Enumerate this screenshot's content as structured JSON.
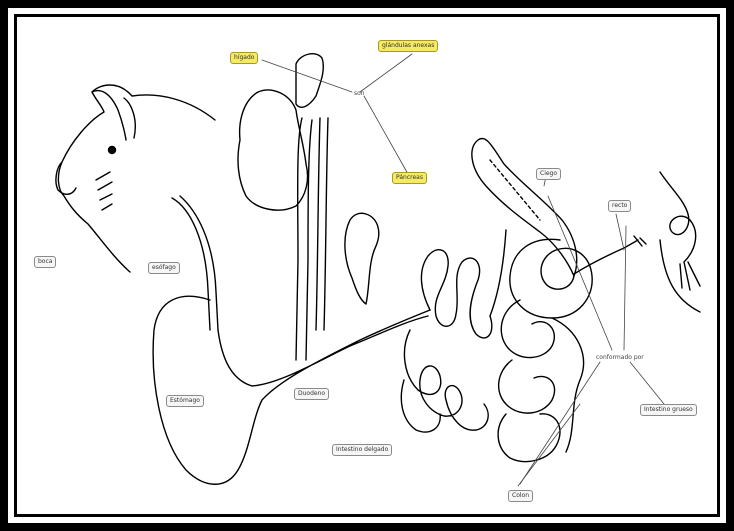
{
  "labels": {
    "higado": "hígado",
    "glandulas": "glándulas anexas",
    "pancreas": "Páncreas",
    "ciego": "Ciego",
    "recto": "recto",
    "boca": "boca",
    "esofago": "esófago",
    "estomago": "Estómago",
    "duodeno": "Duodeno",
    "intestino_delgado": "Intestino delgado",
    "conformado_por": "conformado por",
    "intestino_grueso": "Intestino grueso",
    "colon": "Colon",
    "son": "son"
  },
  "colors": {
    "yellow_label": "#f5ea63",
    "line": "#000000"
  }
}
